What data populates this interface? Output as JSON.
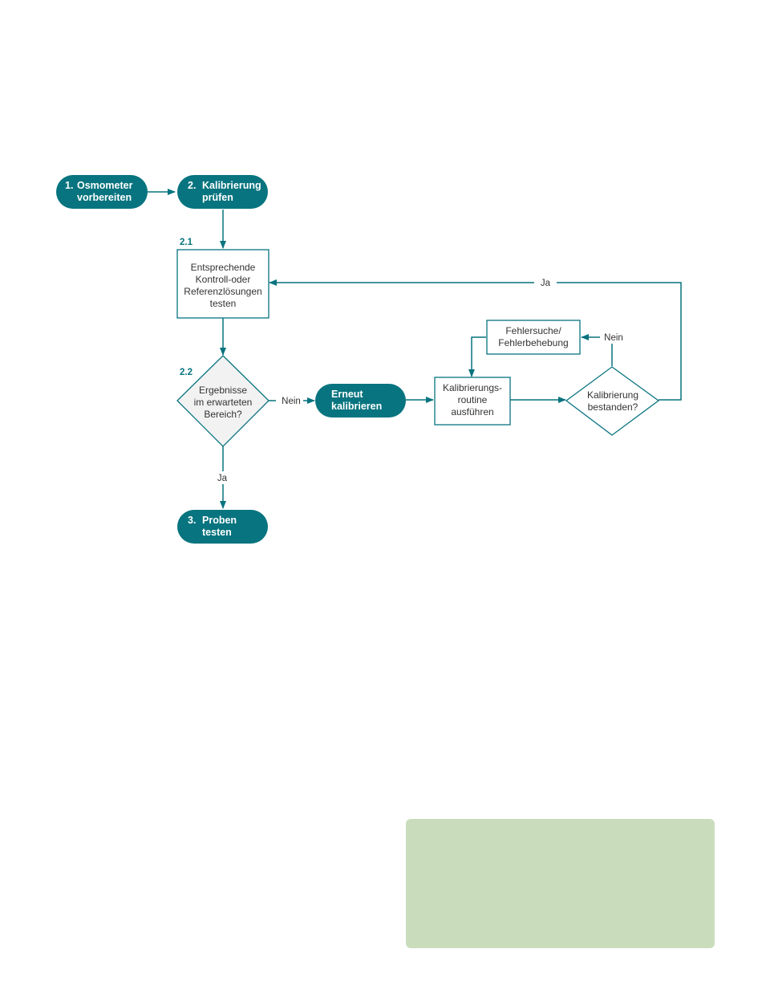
{
  "nodes": {
    "prepare": {
      "number": "1.",
      "lines": [
        "Osmometer",
        "vorbereiten"
      ]
    },
    "check_calibration": {
      "number": "2.",
      "lines": [
        "Kalibrierung",
        "prüfen"
      ]
    },
    "test_solutions": {
      "step": "2.1",
      "lines": [
        "Entsprechende",
        "Kontroll-oder",
        "Referenzlösungen",
        "testen"
      ]
    },
    "results_in_range": {
      "step": "2.2",
      "lines": [
        "Ergebnisse",
        "im erwarteten",
        "Bereich?"
      ]
    },
    "recalibrate": {
      "lines": [
        "Erneut",
        "kalibrieren"
      ]
    },
    "run_routine": {
      "lines": [
        "Kalibrierungs-",
        "routine",
        "ausführen"
      ]
    },
    "calibration_passed": {
      "lines": [
        "Kalibrierung",
        "bestanden?"
      ]
    },
    "troubleshoot": {
      "lines": [
        "Fehlersuche/",
        "Fehlerbehebung"
      ]
    },
    "test_samples": {
      "number": "3.",
      "lines": [
        "Proben",
        "testen"
      ]
    }
  },
  "edges": {
    "results_no": "Nein",
    "results_yes": "Ja",
    "passed_no": "Nein",
    "passed_yes": "Ja"
  },
  "colors": {
    "primary": "#07747f",
    "decision_fill": "#f2f2f2",
    "note_fill": "#c9ddbd"
  }
}
